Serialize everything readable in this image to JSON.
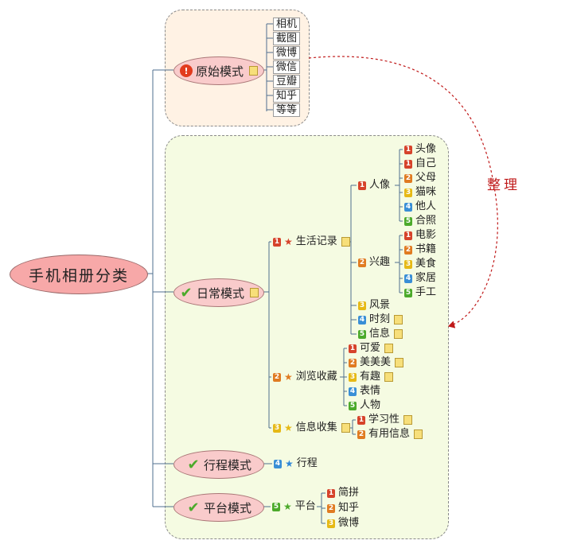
{
  "root": "手机相册分类",
  "annotation": "整理",
  "topics": {
    "original": {
      "label": "原始模式",
      "icon": "warning-icon",
      "items": [
        "相机",
        "截图",
        "微博",
        "微信",
        "豆瓣",
        "知乎",
        "等等"
      ]
    },
    "daily": {
      "label": "日常模式",
      "icon": "check-icon",
      "life": {
        "label": "生活记录",
        "priority": "1",
        "portrait": {
          "label": "人像",
          "priority": "1",
          "items": [
            {
              "p": "1",
              "t": "头像"
            },
            {
              "p": "1",
              "t": "自己"
            },
            {
              "p": "2",
              "t": "父母"
            },
            {
              "p": "3",
              "t": "猫咪"
            },
            {
              "p": "4",
              "t": "他人"
            },
            {
              "p": "5",
              "t": "合照"
            }
          ]
        },
        "interest": {
          "label": "兴趣",
          "priority": "2",
          "items": [
            {
              "p": "1",
              "t": "电影"
            },
            {
              "p": "2",
              "t": "书籍"
            },
            {
              "p": "3",
              "t": "美食"
            },
            {
              "p": "4",
              "t": "家居"
            },
            {
              "p": "5",
              "t": "手工"
            }
          ]
        },
        "others": [
          {
            "p": "3",
            "t": "风景"
          },
          {
            "p": "4",
            "t": "时刻"
          },
          {
            "p": "5",
            "t": "信息"
          }
        ]
      },
      "browse": {
        "label": "浏览收藏",
        "priority": "2",
        "items": [
          {
            "p": "1",
            "t": "可爱"
          },
          {
            "p": "2",
            "t": "美美美"
          },
          {
            "p": "3",
            "t": "有趣"
          },
          {
            "p": "4",
            "t": "表情"
          },
          {
            "p": "5",
            "t": "人物"
          }
        ]
      },
      "info": {
        "label": "信息收集",
        "priority": "3",
        "items": [
          {
            "p": "1",
            "t": "学习性"
          },
          {
            "p": "2",
            "t": "有用信息"
          }
        ]
      }
    },
    "trip": {
      "label": "行程模式",
      "icon": "check-icon",
      "child": {
        "label": "行程",
        "priority": "4"
      }
    },
    "platform": {
      "label": "平台模式",
      "icon": "check-icon",
      "child": {
        "label": "平台",
        "priority": "5",
        "items": [
          {
            "p": "1",
            "t": "简拼"
          },
          {
            "p": "2",
            "t": "知乎"
          },
          {
            "p": "3",
            "t": "微博"
          }
        ]
      }
    }
  },
  "colors": {
    "cloud_original": "#fff2e4",
    "cloud_daily": "#f5fbe2",
    "root_fill": "#f7a8a8",
    "topic_fill": "#f9cbcb",
    "line": "#4f6f8f",
    "relation": "#c01919"
  }
}
